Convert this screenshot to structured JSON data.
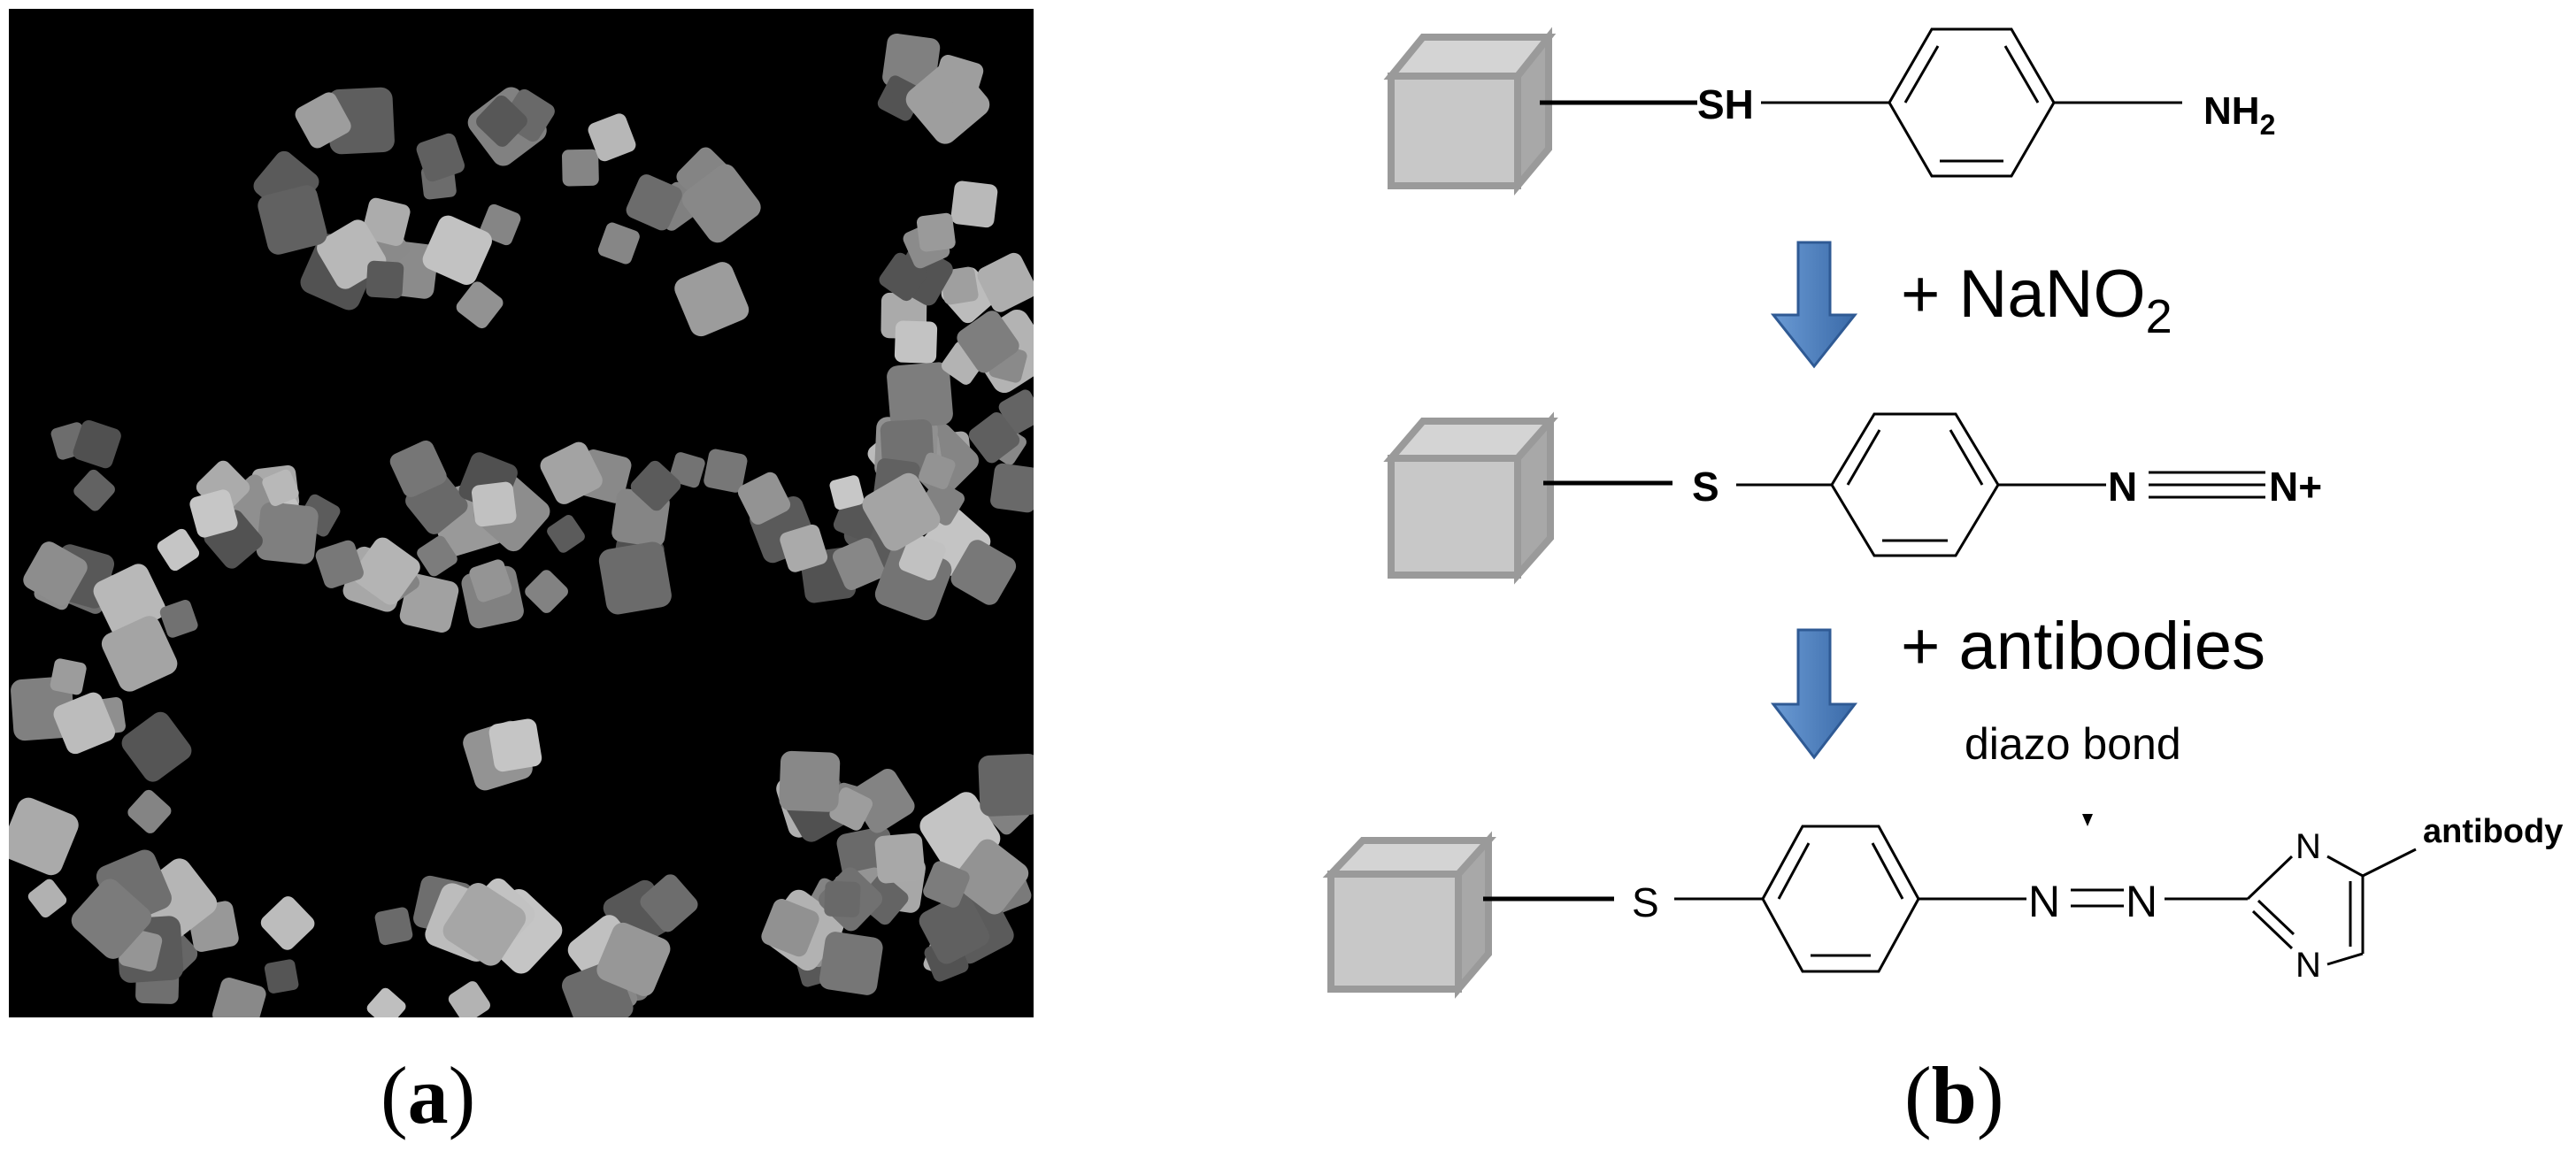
{
  "panels": {
    "a": {
      "label_open": "(",
      "label_letter": "a",
      "label_close": ")"
    },
    "b": {
      "label_open": "(",
      "label_letter": "b",
      "label_close": ")"
    }
  },
  "scheme": {
    "step1": {
      "thiol": "SH",
      "amine": "NH",
      "amine_sub": "2"
    },
    "reagent1": {
      "prefix": "+ NaNO",
      "sub": "2"
    },
    "step2": {
      "sulfur": "S",
      "n1": "N",
      "n2": "N+"
    },
    "reagent2": {
      "text": "+ antibodies"
    },
    "annotation": {
      "text": "diazo bond"
    },
    "step3": {
      "sulfur": "S",
      "n1": "N",
      "n2": "N",
      "ring_n1": "N",
      "ring_n2": "N",
      "antibody": "antibody"
    }
  },
  "colors": {
    "cube_face": "#c8c8c8",
    "cube_edge": "#9a9a9a",
    "arrow_fill": "#4a7ab8",
    "arrow_edge": "#2f5a94",
    "micrograph_bg": "#000000"
  }
}
